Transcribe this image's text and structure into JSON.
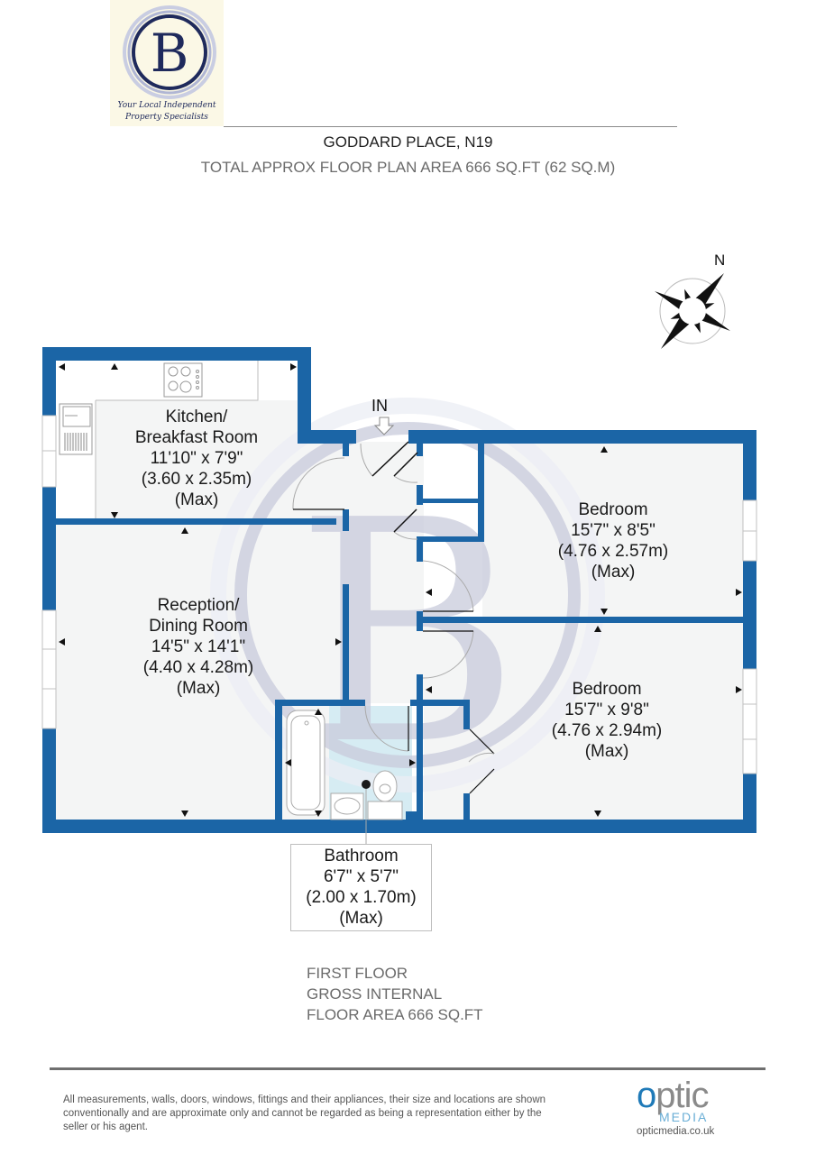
{
  "logo": {
    "letter": "B",
    "tagline_line1": "Your Local Independent",
    "tagline_line2": "Property Specialists",
    "colors": {
      "navy": "#1f2a5c",
      "ring": "#b9bfd8",
      "background": "#fbf8e6"
    }
  },
  "header": {
    "address": "GODDARD PLACE, N19",
    "total_area": "TOTAL APPROX FLOOR PLAN AREA 666 SQ.FT (62 SQ.M)"
  },
  "compass": {
    "north_label": "N",
    "icon": "compass-rose-icon"
  },
  "entrance": {
    "label": "IN",
    "icon": "down-arrow-icon"
  },
  "rooms": [
    {
      "id": "kitchen",
      "name_line1": "Kitchen/",
      "name_line2": "Breakfast Room",
      "imperial": "11'10\" x 7'9\"",
      "metric": "(3.60 x 2.35m)",
      "note": "(Max)"
    },
    {
      "id": "reception",
      "name_line1": "Reception/",
      "name_line2": "Dining Room",
      "imperial": "14'5\" x 14'1\"",
      "metric": "(4.40 x 4.28m)",
      "note": "(Max)"
    },
    {
      "id": "bedroom1",
      "name_line1": "Bedroom",
      "imperial": "15'7\" x 8'5\"",
      "metric": "(4.76 x 2.57m)",
      "note": "(Max)"
    },
    {
      "id": "bedroom2",
      "name_line1": "Bedroom",
      "imperial": "15'7\" x 9'8\"",
      "metric": "(4.76 x 2.94m)",
      "note": "(Max)"
    },
    {
      "id": "bathroom",
      "name_line1": "Bathroom",
      "imperial": "6'7\" x 5'7\"",
      "metric": "(2.00 x 1.70m)",
      "note": "(Max)"
    }
  ],
  "floor_note": {
    "line1": "FIRST FLOOR",
    "line2": "GROSS INTERNAL",
    "line3": "FLOOR AREA 666 SQ.FT"
  },
  "footer": {
    "disclaimer": "All measurements, walls, doors, windows, fittings and their appliances, their size and locations are shown conventionally and are approximate only and cannot be regarded as being a representation either by the seller or his agent.",
    "brand_o": "o",
    "brand_rest": "ptic",
    "brand_media": "MEDIA",
    "brand_url": "opticmedia.co.uk"
  },
  "colors": {
    "wall": "#1b65a6",
    "floor": "#f4f5f5",
    "bathroom_floor": "#d6ecf3",
    "watermark": "#c9cbdc"
  }
}
